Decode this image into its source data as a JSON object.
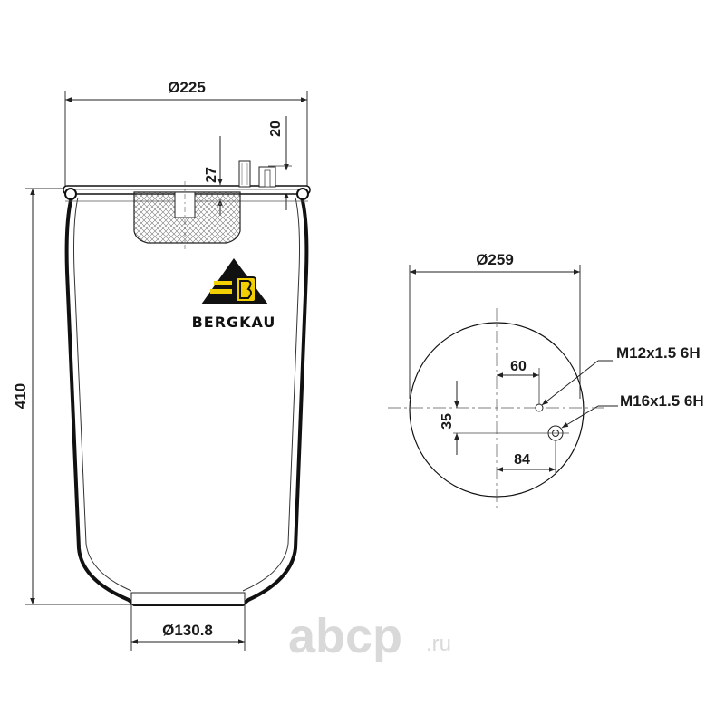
{
  "side_view": {
    "top_diameter": "Ø225",
    "bottom_diameter": "Ø130.8",
    "height": "410",
    "stud_height": "20",
    "insert_depth": "27"
  },
  "top_view": {
    "diameter": "Ø259",
    "offset_x_small": "60",
    "offset_y": "35",
    "offset_x_large": "84",
    "thread_small": "M12x1.5 6H",
    "thread_large": "M16x1.5 6H"
  },
  "logo": {
    "brand": "BERGKAU",
    "colors": {
      "dark": "#111111",
      "accent": "#f2cf00"
    }
  },
  "watermark": {
    "text": "abcp",
    "suffix": ".ru",
    "color": "#d9d9d9"
  }
}
